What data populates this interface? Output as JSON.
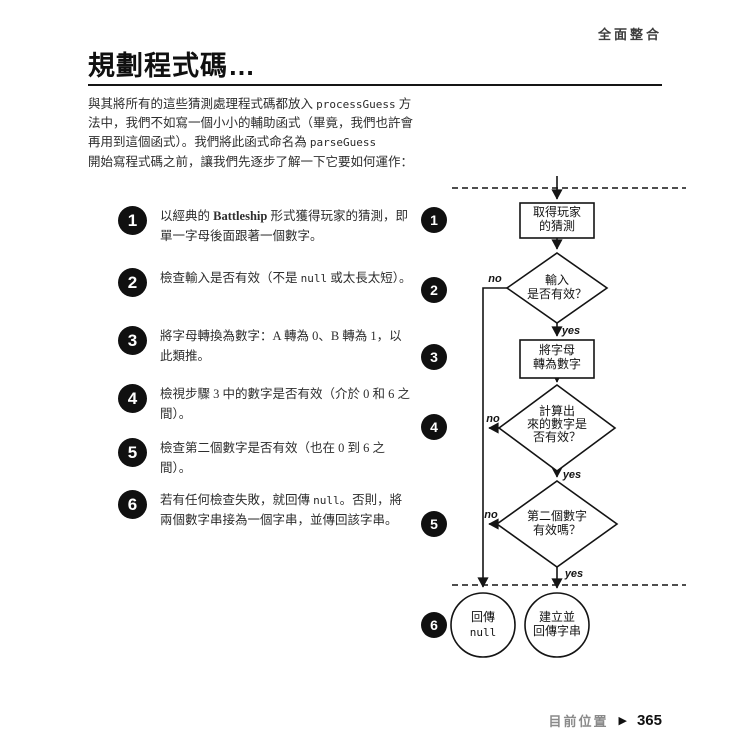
{
  "header": {
    "section_label": "全面整合"
  },
  "title": "規劃程式碼…",
  "intro": {
    "p1_text1": "與其將所有的這些猜測處理程式碼都放入 ",
    "p1_code1": "processGuess",
    "p1_text2": " 方法中，我們不如寫一個小小的輔助函式（畢竟，我們也許會再用到這個函式）。我們將此函式命名為 ",
    "p1_code2": "parseGuess",
    "p2": "開始寫程式碼之前，讓我們先逐步了解一下它要如何運作："
  },
  "steps": [
    {
      "num": "1",
      "pre": "以經典的 ",
      "em": "Battleship",
      "post": " 形式獲得玩家的猜測，即單一字母後面跟著一個數字。"
    },
    {
      "num": "2",
      "pre": "檢查輸入是否有效（不是 ",
      "code": "null",
      "post": " 或太長太短）。"
    },
    {
      "num": "3",
      "text": "將字母轉換為數字：A 轉為 0、B 轉為 1，以此類推。"
    },
    {
      "num": "4",
      "text": "檢視步驟 3 中的數字是否有效（介於 0 和 6 之間）。"
    },
    {
      "num": "5",
      "text": "檢查第二個數字是否有效（也在 0 到 6 之間）。"
    },
    {
      "num": "6",
      "pre": "若有任何檢查失敗，就回傳 ",
      "code": "null",
      "post": "。否則，將兩個數字串接為一個字串，並傳回該字串。"
    }
  ],
  "flowchart": {
    "get_guess": {
      "l1": "取得玩家",
      "l2": "的猜測"
    },
    "input_valid": {
      "l1": "輸入",
      "l2": "是否有效？"
    },
    "letter_to_number": {
      "l1": "將字母",
      "l2": "轉為數字"
    },
    "number_valid": {
      "l1": "計算出",
      "l2": "來的數字是",
      "l3": "否有效？"
    },
    "second_valid": {
      "l1": "第二個數字",
      "l2": "有效嗎？"
    },
    "return_null": {
      "l1": "回傳",
      "l2": "null"
    },
    "return_string": {
      "l1": "建立並",
      "l2": "回傳字串"
    },
    "label_no": "no",
    "label_yes": "yes"
  },
  "footer": {
    "location_label": "目前位置",
    "marker": "▶",
    "page_number": "365"
  }
}
